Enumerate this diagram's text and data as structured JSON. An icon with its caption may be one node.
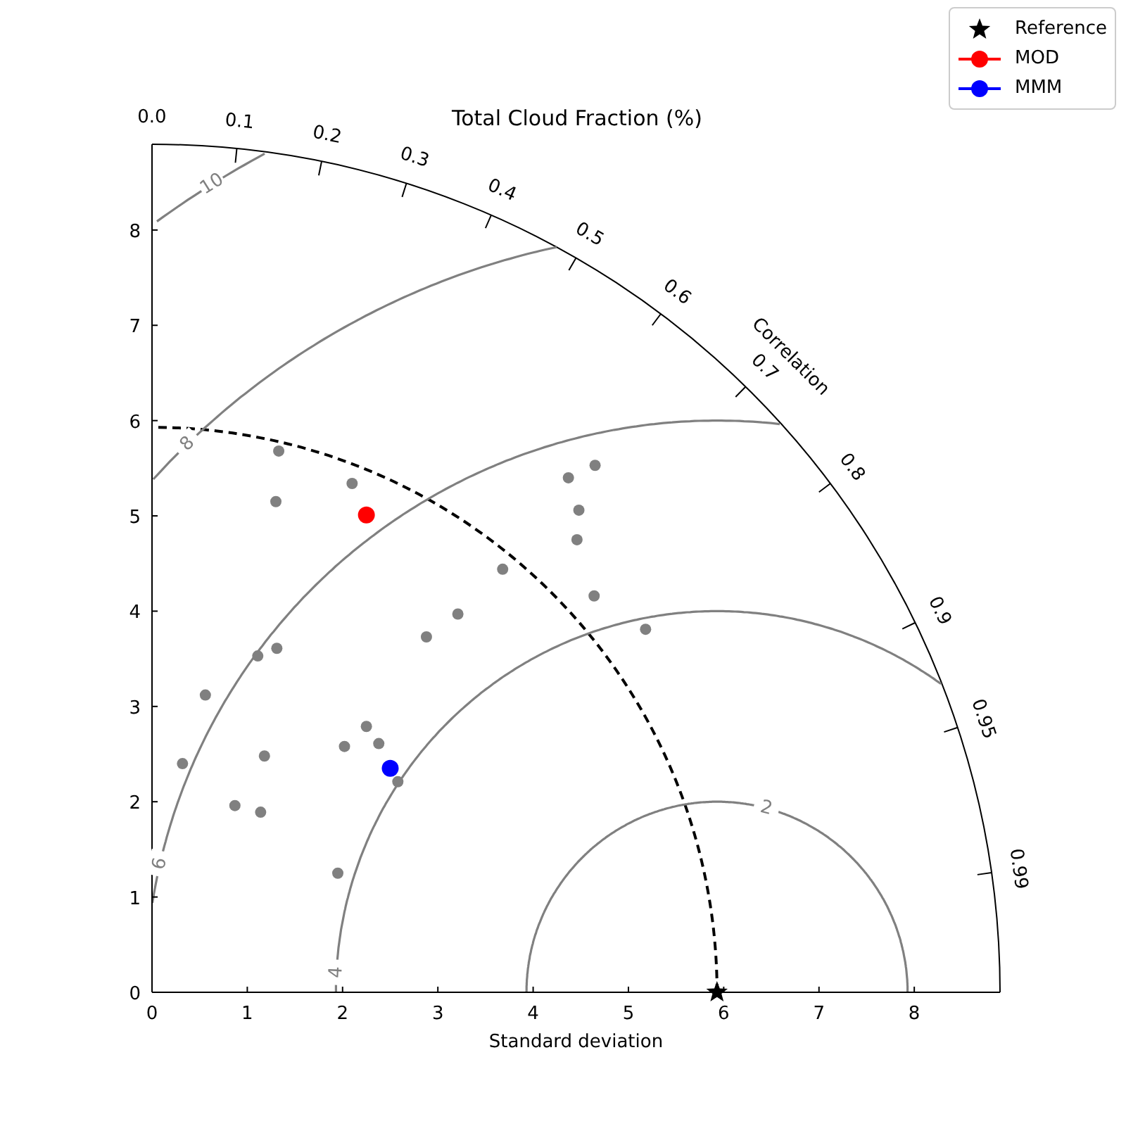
{
  "diagram": {
    "title": "Total Cloud Fraction (%)",
    "labels": [
      "0.0",
      "0.1",
      "0.2",
      "0.3",
      "0.4",
      "0.5",
      "0.6",
      "0.7",
      "0.8",
      "0.9",
      "0.95",
      "0.99",
      "Correlation",
      "10",
      "8",
      "6",
      "4",
      "2"
    ],
    "chart_data": {
      "type": "scatter",
      "legend": "upper right",
      "xlabel": "Standard deviation",
      "xlim": [
        0,
        8.9
      ],
      "ylim": [
        0,
        8.9
      ],
      "xticks": [
        0,
        1,
        2,
        3,
        4,
        5,
        6,
        7,
        8
      ],
      "yticks": [
        0,
        1,
        2,
        3,
        4,
        5,
        6,
        7,
        8
      ],
      "series": [
        {
          "color": "#808080",
          "x": [
            1.33,
            1.3,
            2.1,
            4.37,
            4.65,
            4.48,
            4.46,
            3.68,
            4.64,
            3.21,
            2.88,
            5.18,
            1.11,
            1.31,
            0.56,
            2.25,
            2.02,
            2.38,
            1.18,
            0.32,
            2.58,
            0.87,
            1.14,
            1.95
          ],
          "values": [
            5.68,
            5.15,
            5.34,
            5.4,
            5.53,
            5.06,
            4.75,
            4.44,
            4.16,
            3.97,
            3.73,
            3.81,
            3.53,
            3.61,
            3.12,
            2.79,
            2.58,
            2.61,
            2.48,
            2.4,
            2.21,
            1.96,
            1.89,
            1.25
          ]
        },
        {
          "name": "Reference",
          "color": "#000000",
          "x": [
            5.93
          ],
          "values": [
            0
          ]
        },
        {
          "name": "MOD",
          "color": "#ff0000",
          "x": [
            2.25
          ],
          "values": [
            5.01
          ]
        },
        {
          "name": "MMM",
          "color": "#0000ff",
          "x": [
            2.5
          ],
          "values": [
            2.35
          ]
        }
      ]
    }
  }
}
